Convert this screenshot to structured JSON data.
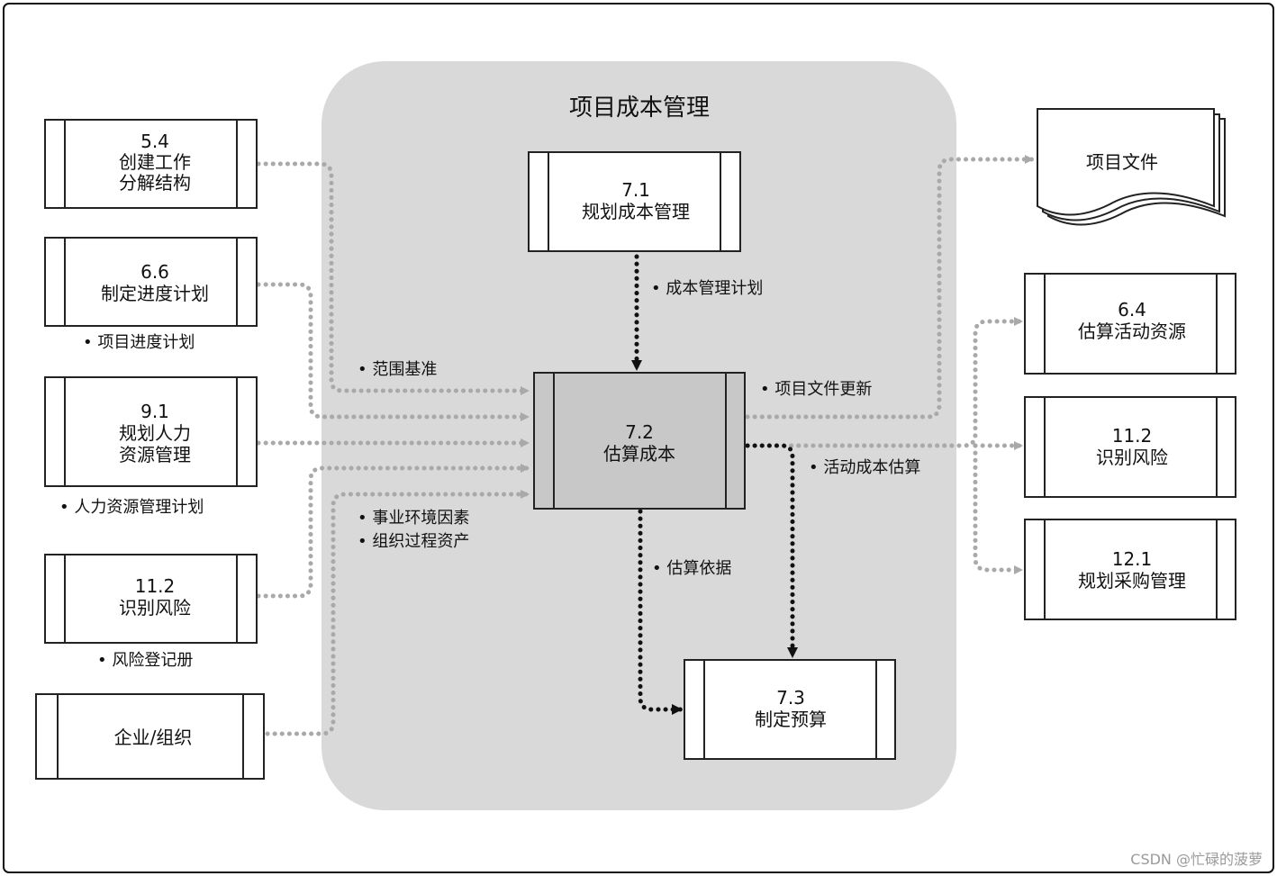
{
  "title": "项目成本管理",
  "boxes": {
    "b54": {
      "line1": "5.4",
      "line2": "创建工作",
      "line3": "分解结构"
    },
    "b66": {
      "line1": "6.6",
      "line2": "制定进度计划"
    },
    "b91": {
      "line1": "9.1",
      "line2": "规划人力",
      "line3": "资源管理"
    },
    "b112l": {
      "line1": "11.2",
      "line2": "识别风险"
    },
    "org": {
      "line1": "企业/组织"
    },
    "b71": {
      "line1": "7.1",
      "line2": "规划成本管理"
    },
    "b72": {
      "line1": "7.2",
      "line2": "估算成本"
    },
    "b73": {
      "line1": "7.3",
      "line2": "制定预算"
    },
    "docs": {
      "line1": "项目文件"
    },
    "b64": {
      "line1": "6.4",
      "line2": "估算活动资源"
    },
    "b112r": {
      "line1": "11.2",
      "line2": "识别风险"
    },
    "b121": {
      "line1": "12.1",
      "line2": "规划采购管理"
    }
  },
  "labels": {
    "schedule_plan": "• 项目进度计划",
    "hr_plan": "• 人力资源管理计划",
    "risk_register": "• 风险登记册",
    "scope_baseline": "• 范围基准",
    "eef": "• 事业环境因素",
    "opa": "• 组织过程资产",
    "cost_mgmt_plan": "• 成本管理计划",
    "doc_updates": "• 项目文件更新",
    "activity_estimates": "• 活动成本估算",
    "basis_estimates": "• 估算依据"
  },
  "watermark": "CSDN @忙碌的菠萝",
  "colors": {
    "center_panel": "#d9d9d9",
    "center_box": "#c8c8c8",
    "gray_arrow": "#a9a9a9",
    "black_arrow": "#111111"
  }
}
